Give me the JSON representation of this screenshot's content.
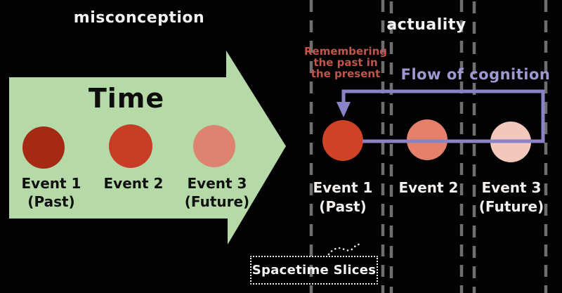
{
  "colors": {
    "background": "#020202",
    "arrow_green": "#b6d9a8",
    "flow_purple": "#8a84c6",
    "flow_label_purple": "#9f99d3",
    "annotation_red": "#c2544a",
    "slice_line_gray": "#6f6f6f",
    "leader_dots_white": "#e8e8e8"
  },
  "misconception": {
    "title": "misconception",
    "arrow_label": "Time",
    "events": [
      {
        "name": "Event 1",
        "qualifier": "(Past)",
        "color": "#a52a14"
      },
      {
        "name": "Event 2",
        "qualifier": "",
        "color": "#c83d25"
      },
      {
        "name": "Event 3",
        "qualifier": "(Future)",
        "color": "#dd8470"
      }
    ]
  },
  "actuality": {
    "title": "actuality",
    "annotation_lines": [
      "Remembering",
      "the past in",
      "the present"
    ],
    "flow_label": "Flow of cognition",
    "events": [
      {
        "name": "Event 1",
        "qualifier": "(Past)",
        "color": "#cf4226"
      },
      {
        "name": "Event 2",
        "qualifier": "",
        "color": "#e5816b"
      },
      {
        "name": "Event 3",
        "qualifier": "(Future)",
        "color": "#f2c8bc"
      }
    ],
    "slices_label": "Spacetime Slices"
  }
}
